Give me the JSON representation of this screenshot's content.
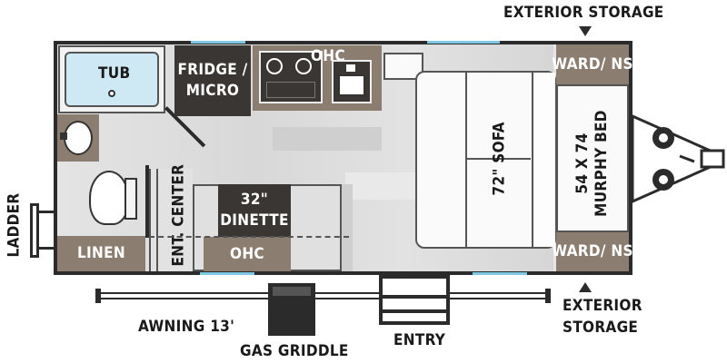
{
  "labels": {
    "exterior_storage_top": "EXTERIOR STORAGE",
    "exterior_storage_bottom_1": "EXTERIOR",
    "exterior_storage_bottom_2": "STORAGE",
    "tub": "TUB",
    "fridge_1": "FRIDGE /",
    "fridge_2": "MICRO",
    "ohc_top": "OHC",
    "ward_top": "WARD/ NS",
    "ward_bottom": "WARD/ NS",
    "sofa": "72\" SOFA",
    "murphy_1": "54 X 74",
    "murphy_2": "MURPHY BED",
    "ladder": "LADDER",
    "linen": "LINEN",
    "ent_center": "ENT. CENTER",
    "dinette_1": "32\"",
    "dinette_2": "DINETTE",
    "ohc_bottom": "OHC",
    "awning": "AWNING 13'",
    "gas_griddle": "GAS GRIDDLE",
    "entry": "ENTRY"
  },
  "colors": {
    "wall": "#2b2b2b",
    "floor": "#dcdcdc",
    "dark_cabinet": "#3a3633",
    "taupe": "#8b7d70",
    "tub_blue": "#cfe9f4",
    "accent_blue": "#7ec8e3"
  }
}
